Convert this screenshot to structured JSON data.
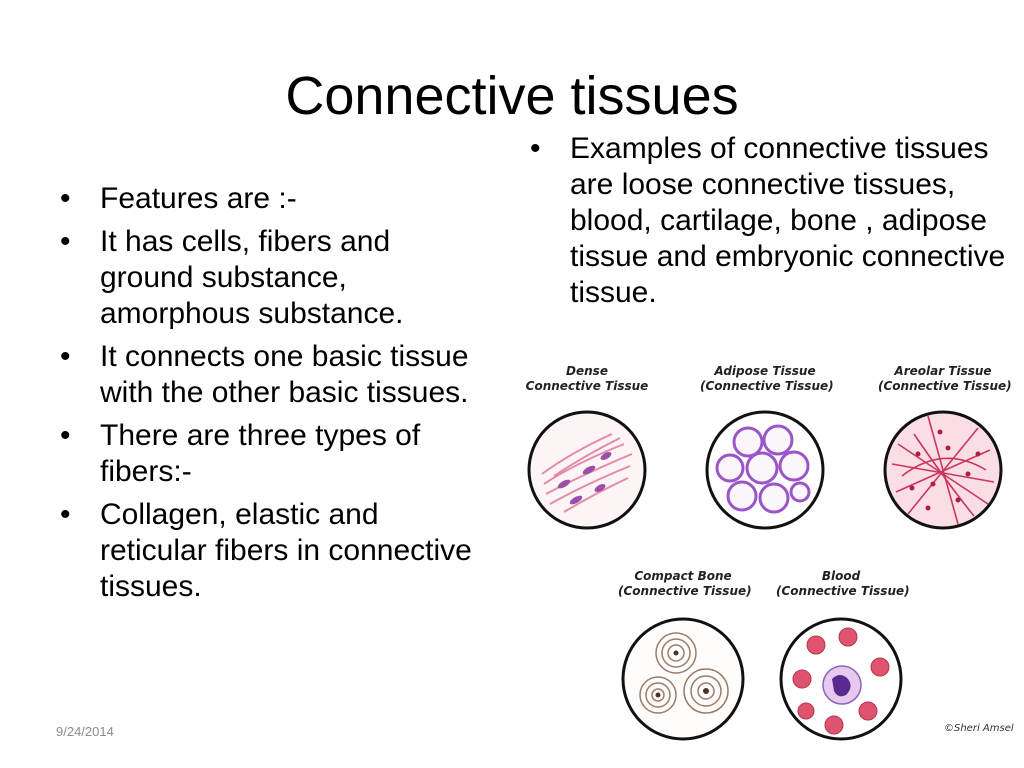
{
  "slide": {
    "title": "Connective tissues",
    "date": "9/24/2014",
    "left_bullets": [
      "Features are :-",
      "It has cells, fibers and ground substance, amorphous substance.",
      "It connects one basic tissue with the other basic tissues.",
      "There are three types of fibers:-",
      "Collagen, elastic and reticular fibers in connective tissues."
    ],
    "right_bullets": [
      "Examples of connective tissues are loose connective tissues, blood, cartilage, bone , adipose tissue and embryonic connective tissue."
    ]
  },
  "illustration": {
    "credit": "©Sheri Amsel",
    "items": [
      {
        "line1": "Dense",
        "line2": "Connective Tissue"
      },
      {
        "line1": "Adipose Tissue",
        "line2": "(Connective Tissue)"
      },
      {
        "line1": "Areolar Tissue",
        "line2": "(Connective Tissue)"
      },
      {
        "line1": "Compact Bone",
        "line2": "(Connective Tissue)"
      },
      {
        "line1": "Blood",
        "line2": "(Connective Tissue)"
      }
    ]
  }
}
